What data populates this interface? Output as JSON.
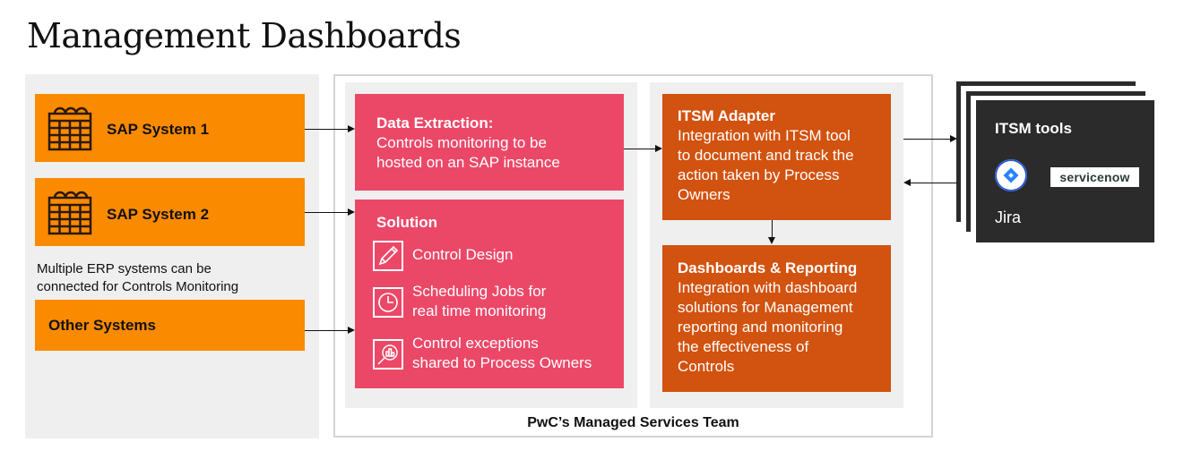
{
  "title": "Management Dashboards",
  "colors": {
    "orange": "#fa8a00",
    "pink": "#eb4868",
    "rust": "#d2520f",
    "panel_gray": "#efefef",
    "dark": "#2b2b2b"
  },
  "sources": {
    "items": [
      {
        "label": "SAP System 1",
        "icon": "calendar-grid-icon"
      },
      {
        "label": "SAP System 2",
        "icon": "calendar-grid-icon"
      },
      {
        "label": "Other Systems"
      }
    ],
    "note_line1": "Multiple ERP systems can be",
    "note_line2": "connected for Controls Monitoring"
  },
  "data_extraction": {
    "title": "Data Extraction:",
    "line1": "Controls monitoring to be",
    "line2": "hosted on an SAP instance"
  },
  "solution": {
    "title": "Solution",
    "items": [
      {
        "icon": "pencil-icon",
        "line1": "Control Design",
        "line2": ""
      },
      {
        "icon": "clock-icon",
        "line1": "Scheduling Jobs for",
        "line2": "real time monitoring"
      },
      {
        "icon": "magnifier-chart-icon",
        "line1": "Control exceptions",
        "line2": "shared to Process Owners"
      }
    ]
  },
  "itsm_adapter": {
    "title": "ITSM Adapter",
    "lines": [
      "Integration with ITSM tool",
      "to document and track the",
      "action taken by Process",
      "Owners"
    ]
  },
  "dashboards": {
    "title": "Dashboards & Reporting",
    "lines": [
      "Integration with dashboard",
      "solutions for Management",
      "reporting and monitoring",
      "the effectiveness of",
      "Controls"
    ]
  },
  "team_label": "PwC’s Managed Services Team",
  "itsm_tools": {
    "title": "ITSM tools",
    "jira_label": "Jira",
    "servicenow_logo": "servicenow"
  }
}
